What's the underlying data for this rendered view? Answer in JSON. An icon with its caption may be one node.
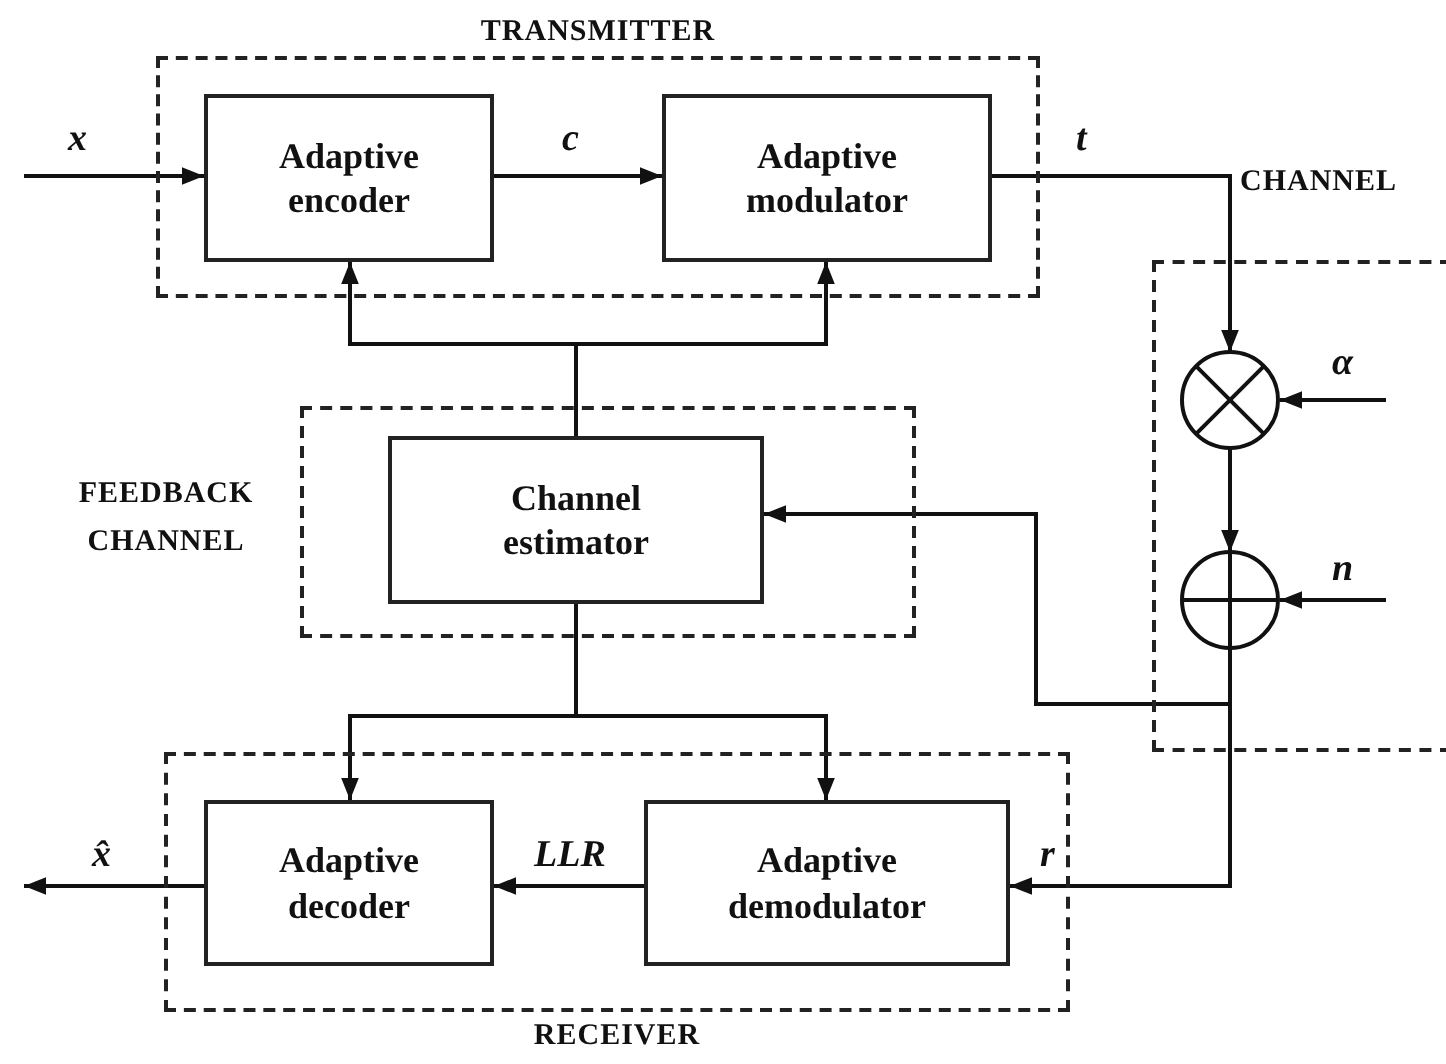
{
  "diagram": {
    "nodes": [
      {
        "text": [
          "TRANSMITTER"
        ]
      },
      {
        "text": [
          "Adaptive encoder"
        ],
        "in": 0
      },
      {
        "text": [
          "Adaptive modulator"
        ],
        "in": 0
      },
      {
        "text": [
          "CHANNEL"
        ]
      },
      {
        "text": [],
        "shape": "circle",
        "in": 3
      },
      {
        "text": [],
        "shape": "circle",
        "in": 3
      },
      {
        "text": [
          "FEEDBACK CHANNEL"
        ]
      },
      {
        "text": [
          "Channel estimator"
        ],
        "in": 6
      },
      {
        "text": [
          "RECEIVER"
        ]
      },
      {
        "text": [
          "Adaptive decoder"
        ],
        "in": 8
      },
      {
        "text": [
          "Adaptive demodulator"
        ],
        "in": 8
      }
    ],
    "edges": [
      {
        "from": null,
        "to": 1,
        "arrow": "to",
        "label": "x"
      },
      {
        "from": 1,
        "to": 2,
        "arrow": "to",
        "label": "c"
      },
      {
        "from": 2,
        "to": 4,
        "arrow": "to",
        "label": "t"
      },
      {
        "from": null,
        "to": 4,
        "arrow": "to",
        "label": "α"
      },
      {
        "from": 4,
        "to": 5,
        "arrow": "to"
      },
      {
        "from": null,
        "to": 5,
        "arrow": "to",
        "label": "n"
      },
      {
        "from": 5,
        "to": 7,
        "arrow": "to"
      },
      {
        "from": 5,
        "to": 10,
        "arrow": "to",
        "label": "r"
      },
      {
        "from": 10,
        "to": 9,
        "arrow": "to",
        "label": "LLR"
      },
      {
        "from": 9,
        "to": null,
        "arrow": "to",
        "label": "x̂"
      },
      {
        "from": 7,
        "to": 1,
        "arrow": "to"
      },
      {
        "from": 7,
        "to": 2,
        "arrow": "to"
      },
      {
        "from": 7,
        "to": 9,
        "arrow": "to"
      },
      {
        "from": 7,
        "to": 10,
        "arrow": "to"
      }
    ]
  }
}
